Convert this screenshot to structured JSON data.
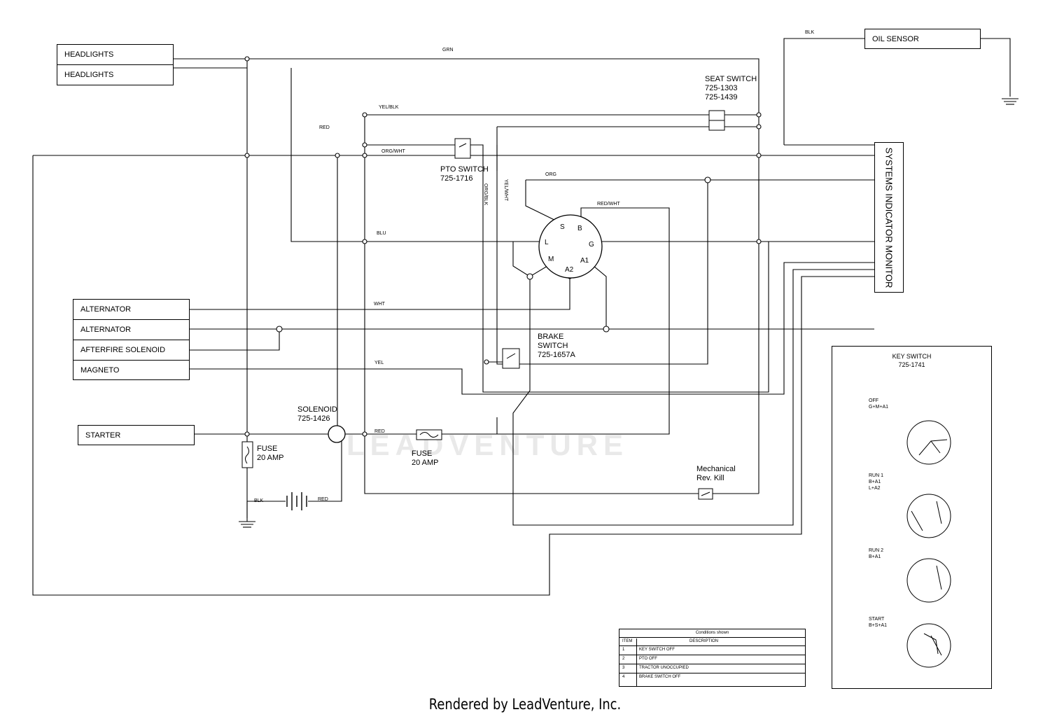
{
  "components": {
    "headlight_1": "HEADLIGHTS",
    "headlight_2": "HEADLIGHTS",
    "alternator_1": "ALTERNATOR",
    "alternator_2": "ALTERNATOR",
    "afterfire": "AFTERFIRE SOLENOID",
    "magneto": "MAGNETO",
    "starter": "STARTER",
    "oil_sensor": "OIL SENSOR",
    "systems_monitor": "SYSTEMS INDICATOR MONITOR"
  },
  "parts": {
    "seat_switch": {
      "name": "SEAT SWITCH",
      "pn1": "725-1303",
      "pn2": "725-1439"
    },
    "pto_switch": {
      "name": "PTO SWITCH",
      "pn": "725-1716"
    },
    "brake_switch": {
      "name1": "BRAKE",
      "name2": "SWITCH",
      "pn": "725-1657A"
    },
    "solenoid": {
      "name": "SOLENOID",
      "pn": "725-1426"
    },
    "fuse_left": {
      "name": "FUSE",
      "rating": "20 AMP"
    },
    "fuse_mid": {
      "name": "FUSE",
      "rating": "20 AMP"
    },
    "mech_kill": {
      "name1": "Mechanical",
      "name2": "Rev. Kill"
    }
  },
  "wires": {
    "grn": "GRN",
    "blk_top": "BLK",
    "yel_blk": "YEL/BLK",
    "red_top": "RED",
    "org_wht": "ORG/WHT",
    "org": "ORG",
    "red_wht": "RED/WHT",
    "blu": "BLU",
    "wht": "WHT",
    "yel": "YEL",
    "red_mid": "RED",
    "blk_bot": "BLK",
    "red_bot": "RED",
    "org_blk": "ORG/BLK",
    "yel_wht": "YEL/WHT"
  },
  "key_terminals": {
    "s": "S",
    "b": "B",
    "l": "L",
    "g": "G",
    "m": "M",
    "a2": "A2",
    "a1": "A1"
  },
  "key_switch": {
    "title": "KEY SWITCH",
    "pn": "725-1741",
    "states": [
      {
        "name": "OFF",
        "c1": "G+M+A1",
        "c2": ""
      },
      {
        "name": "RUN 1",
        "c1": "B+A1",
        "c2": "L+A2"
      },
      {
        "name": "RUN 2",
        "c1": "B+A1",
        "c2": ""
      },
      {
        "name": "START",
        "c1": "B+S+A1",
        "c2": ""
      }
    ]
  },
  "legend": {
    "title": "Conditions shown",
    "col_item": "ITEM",
    "col_desc": "DESCRIPTION",
    "rows": [
      {
        "item": "1",
        "desc": "KEY SWITCH OFF"
      },
      {
        "item": "2",
        "desc": "PTO OFF"
      },
      {
        "item": "3",
        "desc": "TRACTOR UNOCCUPIED"
      },
      {
        "item": "4",
        "desc": "BRAKE SWITCH OFF"
      }
    ]
  },
  "watermark": "LEADVENTURE",
  "footer": "Rendered by LeadVenture, Inc."
}
